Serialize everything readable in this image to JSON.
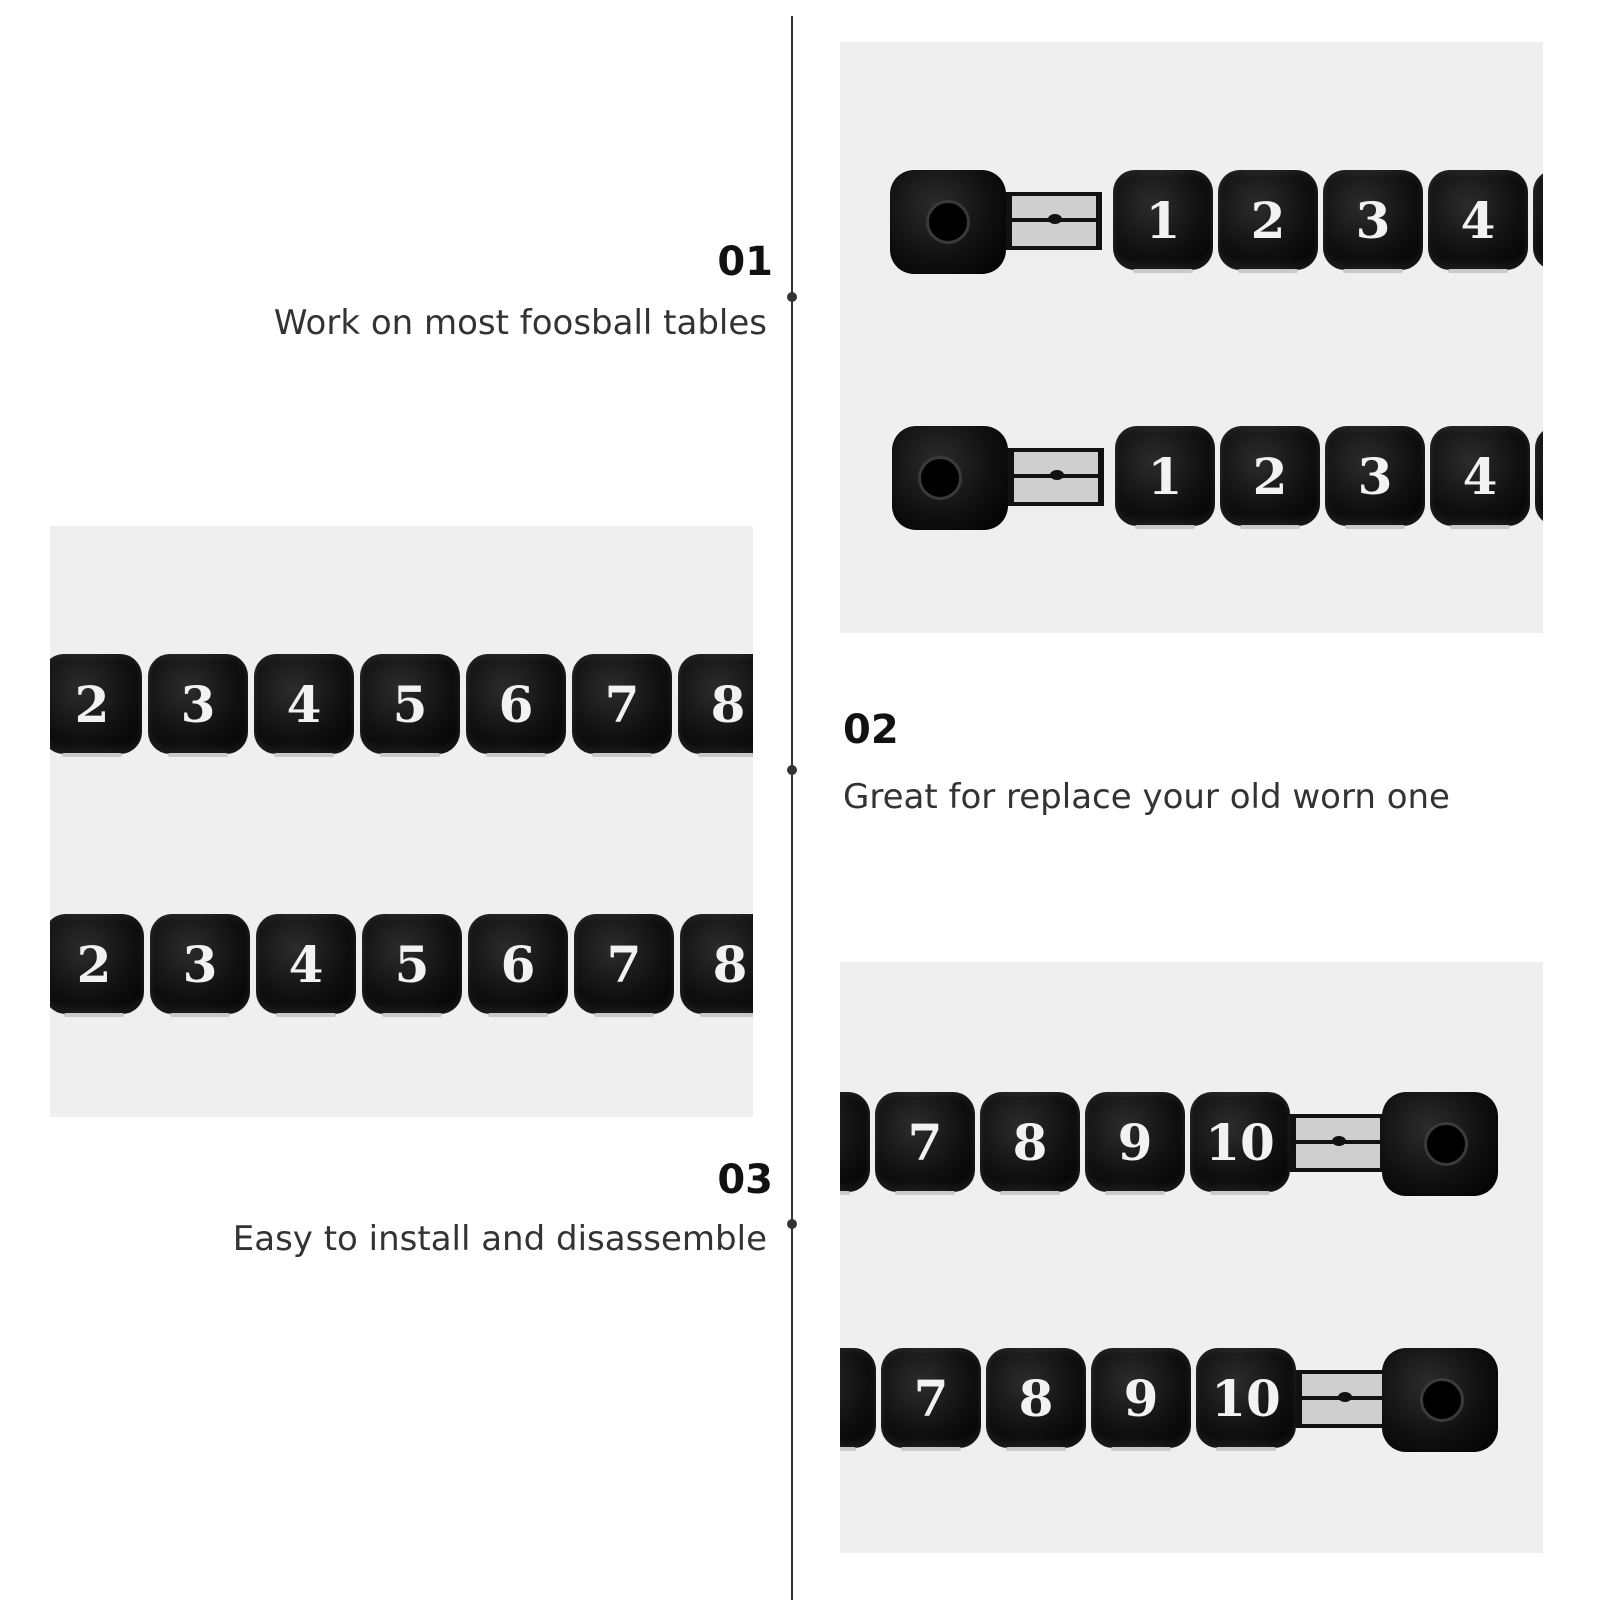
{
  "steps": [
    {
      "number": "01",
      "text": "Work on most foosball tables"
    },
    {
      "number": "02",
      "text": "Great for replace your old worn one"
    },
    {
      "number": "03",
      "text": "Easy to install and disassemble"
    }
  ],
  "panel_top": {
    "row1": [
      "1",
      "2",
      "3",
      "4"
    ],
    "row2": [
      "1",
      "2",
      "3",
      "4"
    ]
  },
  "panel_middle": {
    "row1": [
      "2",
      "3",
      "4",
      "5",
      "6",
      "7",
      "8"
    ],
    "row2": [
      "2",
      "3",
      "4",
      "5",
      "6",
      "7",
      "8"
    ]
  },
  "panel_bottom": {
    "row1": [
      "7",
      "8",
      "9",
      "10"
    ],
    "row2": [
      "7",
      "8",
      "9",
      "10"
    ]
  }
}
